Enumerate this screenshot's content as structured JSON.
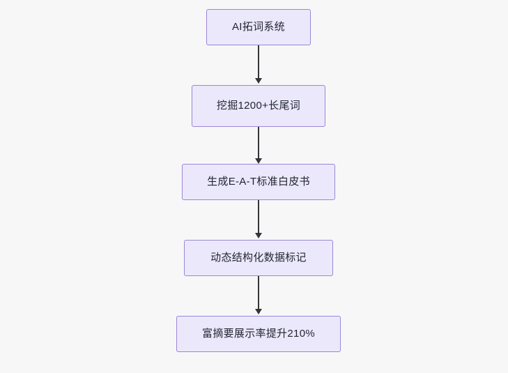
{
  "diagram": {
    "type": "flowchart",
    "direction": "top-to-bottom",
    "background_color": "#f7f7f8",
    "node_fill_color": "#ece8fb",
    "node_border_color": "#9a86d6",
    "edge_color": "#333338",
    "nodes": [
      {
        "id": "n1",
        "label": "AI拓词系统"
      },
      {
        "id": "n2",
        "label": "挖掘1200+长尾词"
      },
      {
        "id": "n3",
        "label": "生成E-A-T标准白皮书"
      },
      {
        "id": "n4",
        "label": "动态结构化数据标记"
      },
      {
        "id": "n5",
        "label": "富摘要展示率提升210%"
      }
    ],
    "edges": [
      {
        "from": "n1",
        "to": "n2"
      },
      {
        "from": "n2",
        "to": "n3"
      },
      {
        "from": "n3",
        "to": "n4"
      },
      {
        "from": "n4",
        "to": "n5"
      }
    ]
  }
}
